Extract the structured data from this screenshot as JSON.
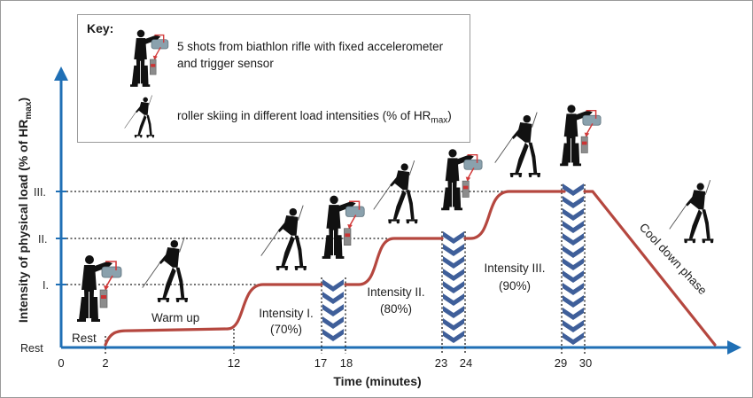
{
  "key": {
    "title": "Key:",
    "shooting_desc": "5 shots from biathlon rifle with fixed accelerometer and trigger sensor",
    "skiing_desc_main": "roller skiing in different load intensities (% of HR",
    "skiing_desc_sub": "max",
    "skiing_desc_end": ")"
  },
  "y_axis": {
    "label_main": "Intensity of physical load (% of HR",
    "label_sub": "max",
    "label_end": ")",
    "ticks": [
      "Rest",
      "I.",
      "II.",
      "III."
    ]
  },
  "x_axis": {
    "label": "Time (minutes)",
    "ticks": [
      "0",
      "2",
      "12",
      "17",
      "18",
      "23",
      "24",
      "29",
      "30"
    ]
  },
  "phases": {
    "rest": "Rest",
    "warm_up": "Warm up",
    "intensity_1": "Intensity I.",
    "intensity_1_pct": "(70%)",
    "intensity_2": "Intensity II.",
    "intensity_2_pct": "(80%)",
    "intensity_3": "Intensity III.",
    "intensity_3_pct": "(90%)",
    "cool_down": "Cool down phase"
  },
  "colors": {
    "axis": "#1f6fb5",
    "curve": "#b5473f",
    "chevron": "#3f5f9a",
    "silhouette": "#111111",
    "target": "#8aa1ad",
    "sensor": "#d23a3a"
  },
  "icons": [
    "shooter-icon",
    "skier-icon",
    "chevron-icon"
  ]
}
